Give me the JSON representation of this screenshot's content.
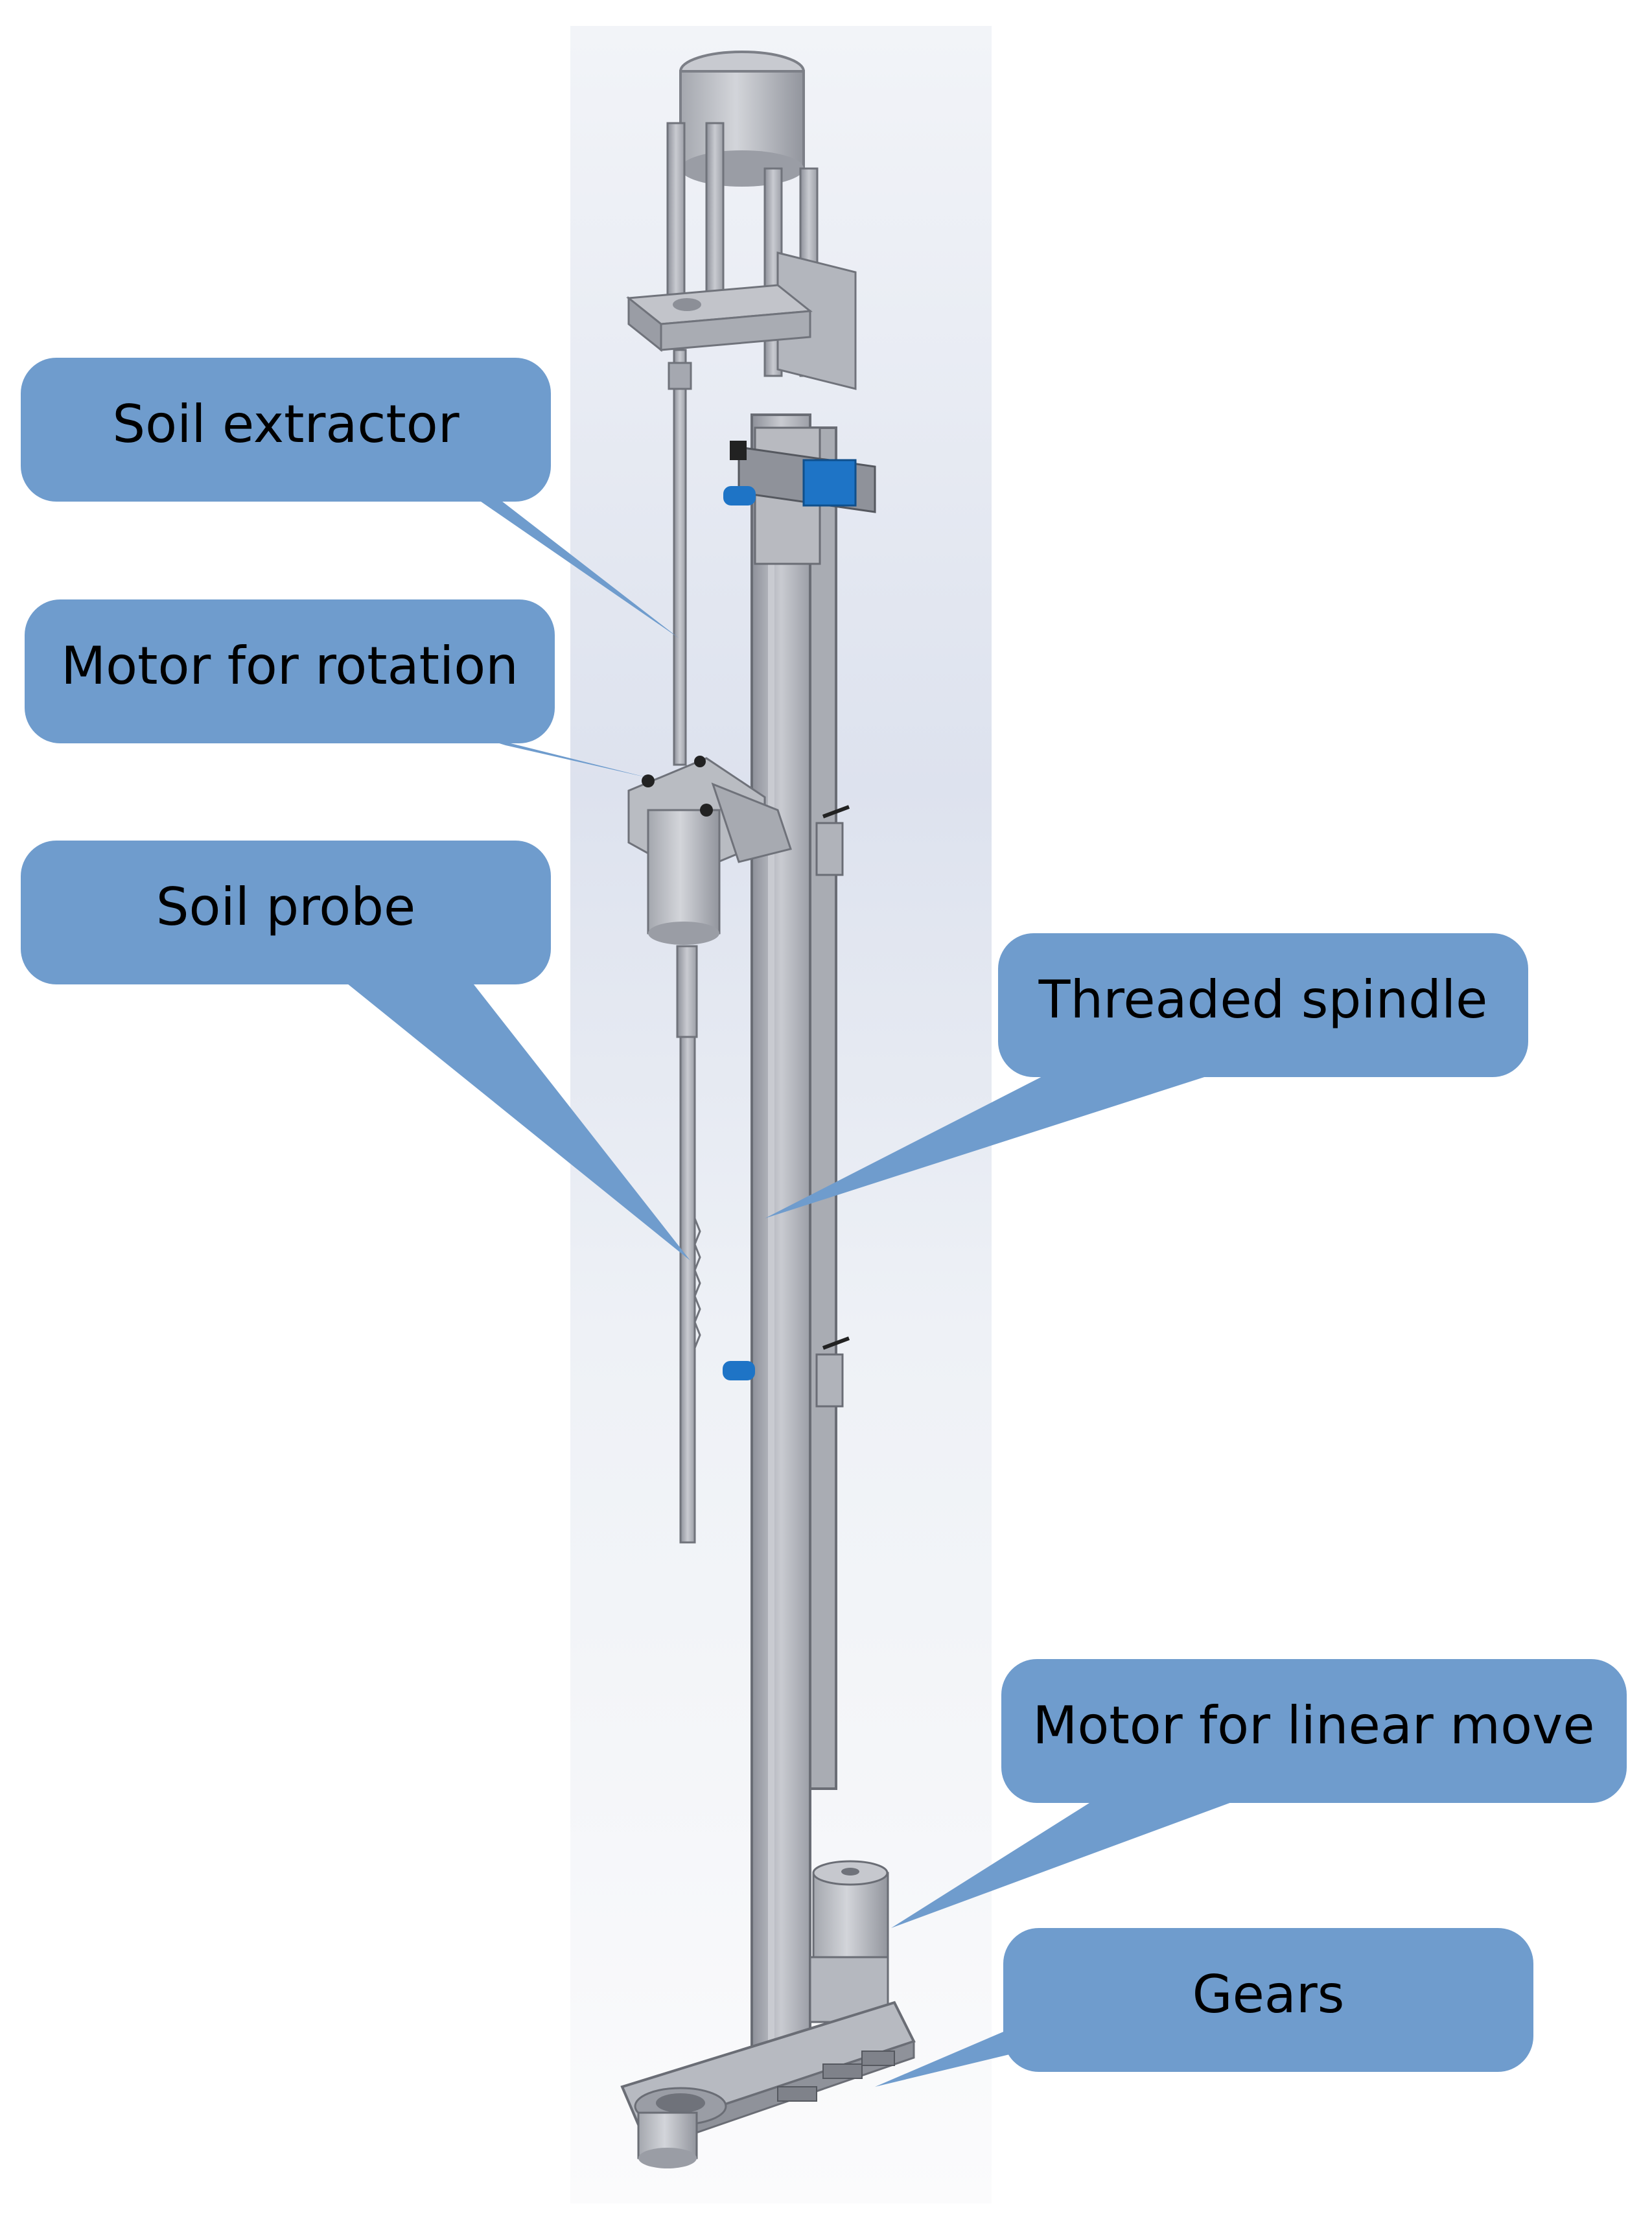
{
  "callouts": {
    "soil_extractor": "Soil extractor",
    "motor_rotation": "Motor for rotation",
    "soil_probe": "Soil probe",
    "threaded_spindle": "Threaded spindle",
    "motor_linear": "Motor for linear move",
    "gears": "Gears"
  },
  "colors": {
    "callout_fill": "#6f9ccd",
    "callout_edge": "#5a87b8",
    "metal_light": "#c4c6cc",
    "metal_mid": "#a5a8b0",
    "metal_dark": "#7b7e87",
    "accent_blue": "#1e74c6",
    "background_panel": "#e5e9f3"
  }
}
